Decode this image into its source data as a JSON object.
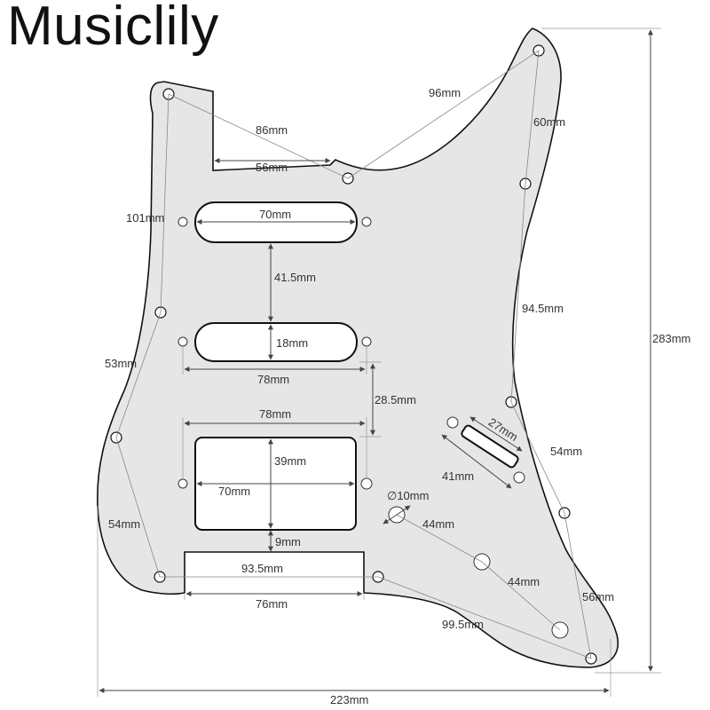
{
  "brand": "Musiclily",
  "colors": {
    "guard_fill": "#e6e6e6",
    "guard_outline": "#111111",
    "dimension_line": "#444444",
    "text": "#333333"
  },
  "dimensions": {
    "d86": "86mm",
    "d96": "96mm",
    "d56_top": "56mm",
    "d60": "60mm",
    "d70_top": "70mm",
    "d101": "101mm",
    "d41_5": "41.5mm",
    "d18": "18mm",
    "d78_mid": "78mm",
    "d28_5": "28.5mm",
    "d78_hum": "78mm",
    "d39": "39mm",
    "d70_hum": "70mm",
    "d9": "9mm",
    "d93_5": "93.5mm",
    "d76": "76mm",
    "d53": "53mm",
    "d54_left": "54mm",
    "d94_5": "94.5mm",
    "d283": "283mm",
    "d27": "27mm",
    "d41_switch": "41mm",
    "d54_right": "54mm",
    "d10": "∅10mm",
    "d44_a": "44mm",
    "d44_b": "44mm",
    "d56_right": "56mm",
    "d99_5": "99.5mm",
    "d223": "223mm"
  }
}
